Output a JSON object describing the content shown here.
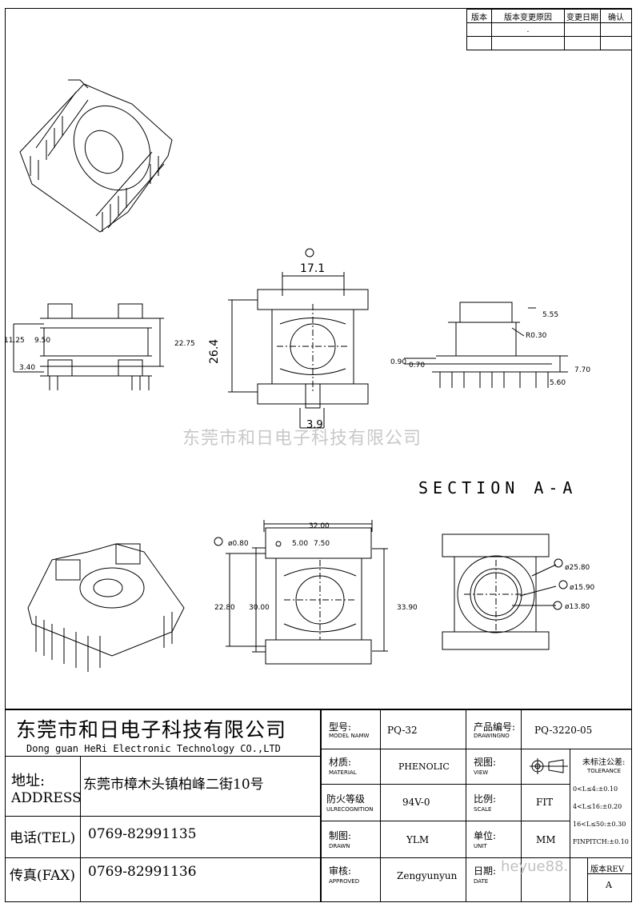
{
  "revision_table": {
    "headers": [
      "版本",
      "版本变更原因",
      "变更日期",
      "确认"
    ],
    "rows": [
      [
        "",
        ".",
        "",
        ""
      ],
      [
        "",
        "",
        "",
        ""
      ]
    ]
  },
  "watermark": "东莞市和日电子科技有限公司",
  "section_label": "SECTION A-A",
  "dimensions": {
    "d1_label": "17.1",
    "d2_label": "26.4",
    "d3_label": "11.25",
    "d4_label": "9.50",
    "d5_label": "3.40",
    "d6_label": "22.75",
    "d7_label": "5.55",
    "d8_label": "R0.30",
    "d9_label": "0.90",
    "d10_label": "0.70",
    "d11_label": "7.70",
    "d12_label": "5.60",
    "d13_label": "3.9",
    "d14_label": "32.00",
    "d15_label": "ø0.80",
    "d16_label": "5.00",
    "d17_label": "7.50",
    "d18_label": "22.80",
    "d19_label": "30.00",
    "d20_label": "33.90",
    "d21_label": "ø25.80",
    "d22_label": "ø15.90",
    "d23_label": "ø13.80"
  },
  "title_block": {
    "company_cn": "东莞市和日电子科技有限公司",
    "company_en": "Dong guan HeRi Electronic Technology CO.,LTD",
    "address_label": "地址:",
    "address_label_en": "ADDRESS",
    "address_value": "东莞市樟木头镇柏峰二街10号",
    "tel_label": "电话(TEL)",
    "tel_value": "0769-82991135",
    "fax_label": "传真(FAX)",
    "fax_value": "0769-82991136",
    "model_label": "型号:",
    "model_label_en": "MODEL NAMW",
    "model_value": "PQ-32",
    "drawingno_label": "产品编号:",
    "drawingno_label_en": "DRAWINGNO",
    "drawingno_value": "PQ-3220-05",
    "material_label": "材质:",
    "material_label_en": "MATERIAL",
    "material_value": "PHENOLIC",
    "view_label": "视图:",
    "view_label_en": "VIEW",
    "fire_label": "防火等级",
    "fire_label_en": "ULRECOGNITION",
    "fire_value": "94V-0",
    "scale_label": "比例:",
    "scale_label_en": "SCALE",
    "scale_value": "FIT",
    "drawn_label": "制图:",
    "drawn_label_en": "DRAWN",
    "drawn_value": "YLM",
    "unit_label": "单位:",
    "unit_label_en": "UNIT",
    "unit_value": "MM",
    "approved_label": "审核:",
    "approved_label_en": "APPROVED",
    "approved_value": "Zengyunyun",
    "date_label": "日期:",
    "date_label_en": "DATE",
    "tolerance_label": "未标注公差:",
    "tolerance_label_en": "TOLERANCE",
    "tol1": "0<L≤4:±0.10",
    "tol2": "4<L≤16:±0.20",
    "tol3": "16<L≤50:±0.30",
    "tol4": "FINPITCH:±0.10",
    "rev_label": "版本REV",
    "rev_value": "A",
    "site_watermark": "heyue88."
  }
}
